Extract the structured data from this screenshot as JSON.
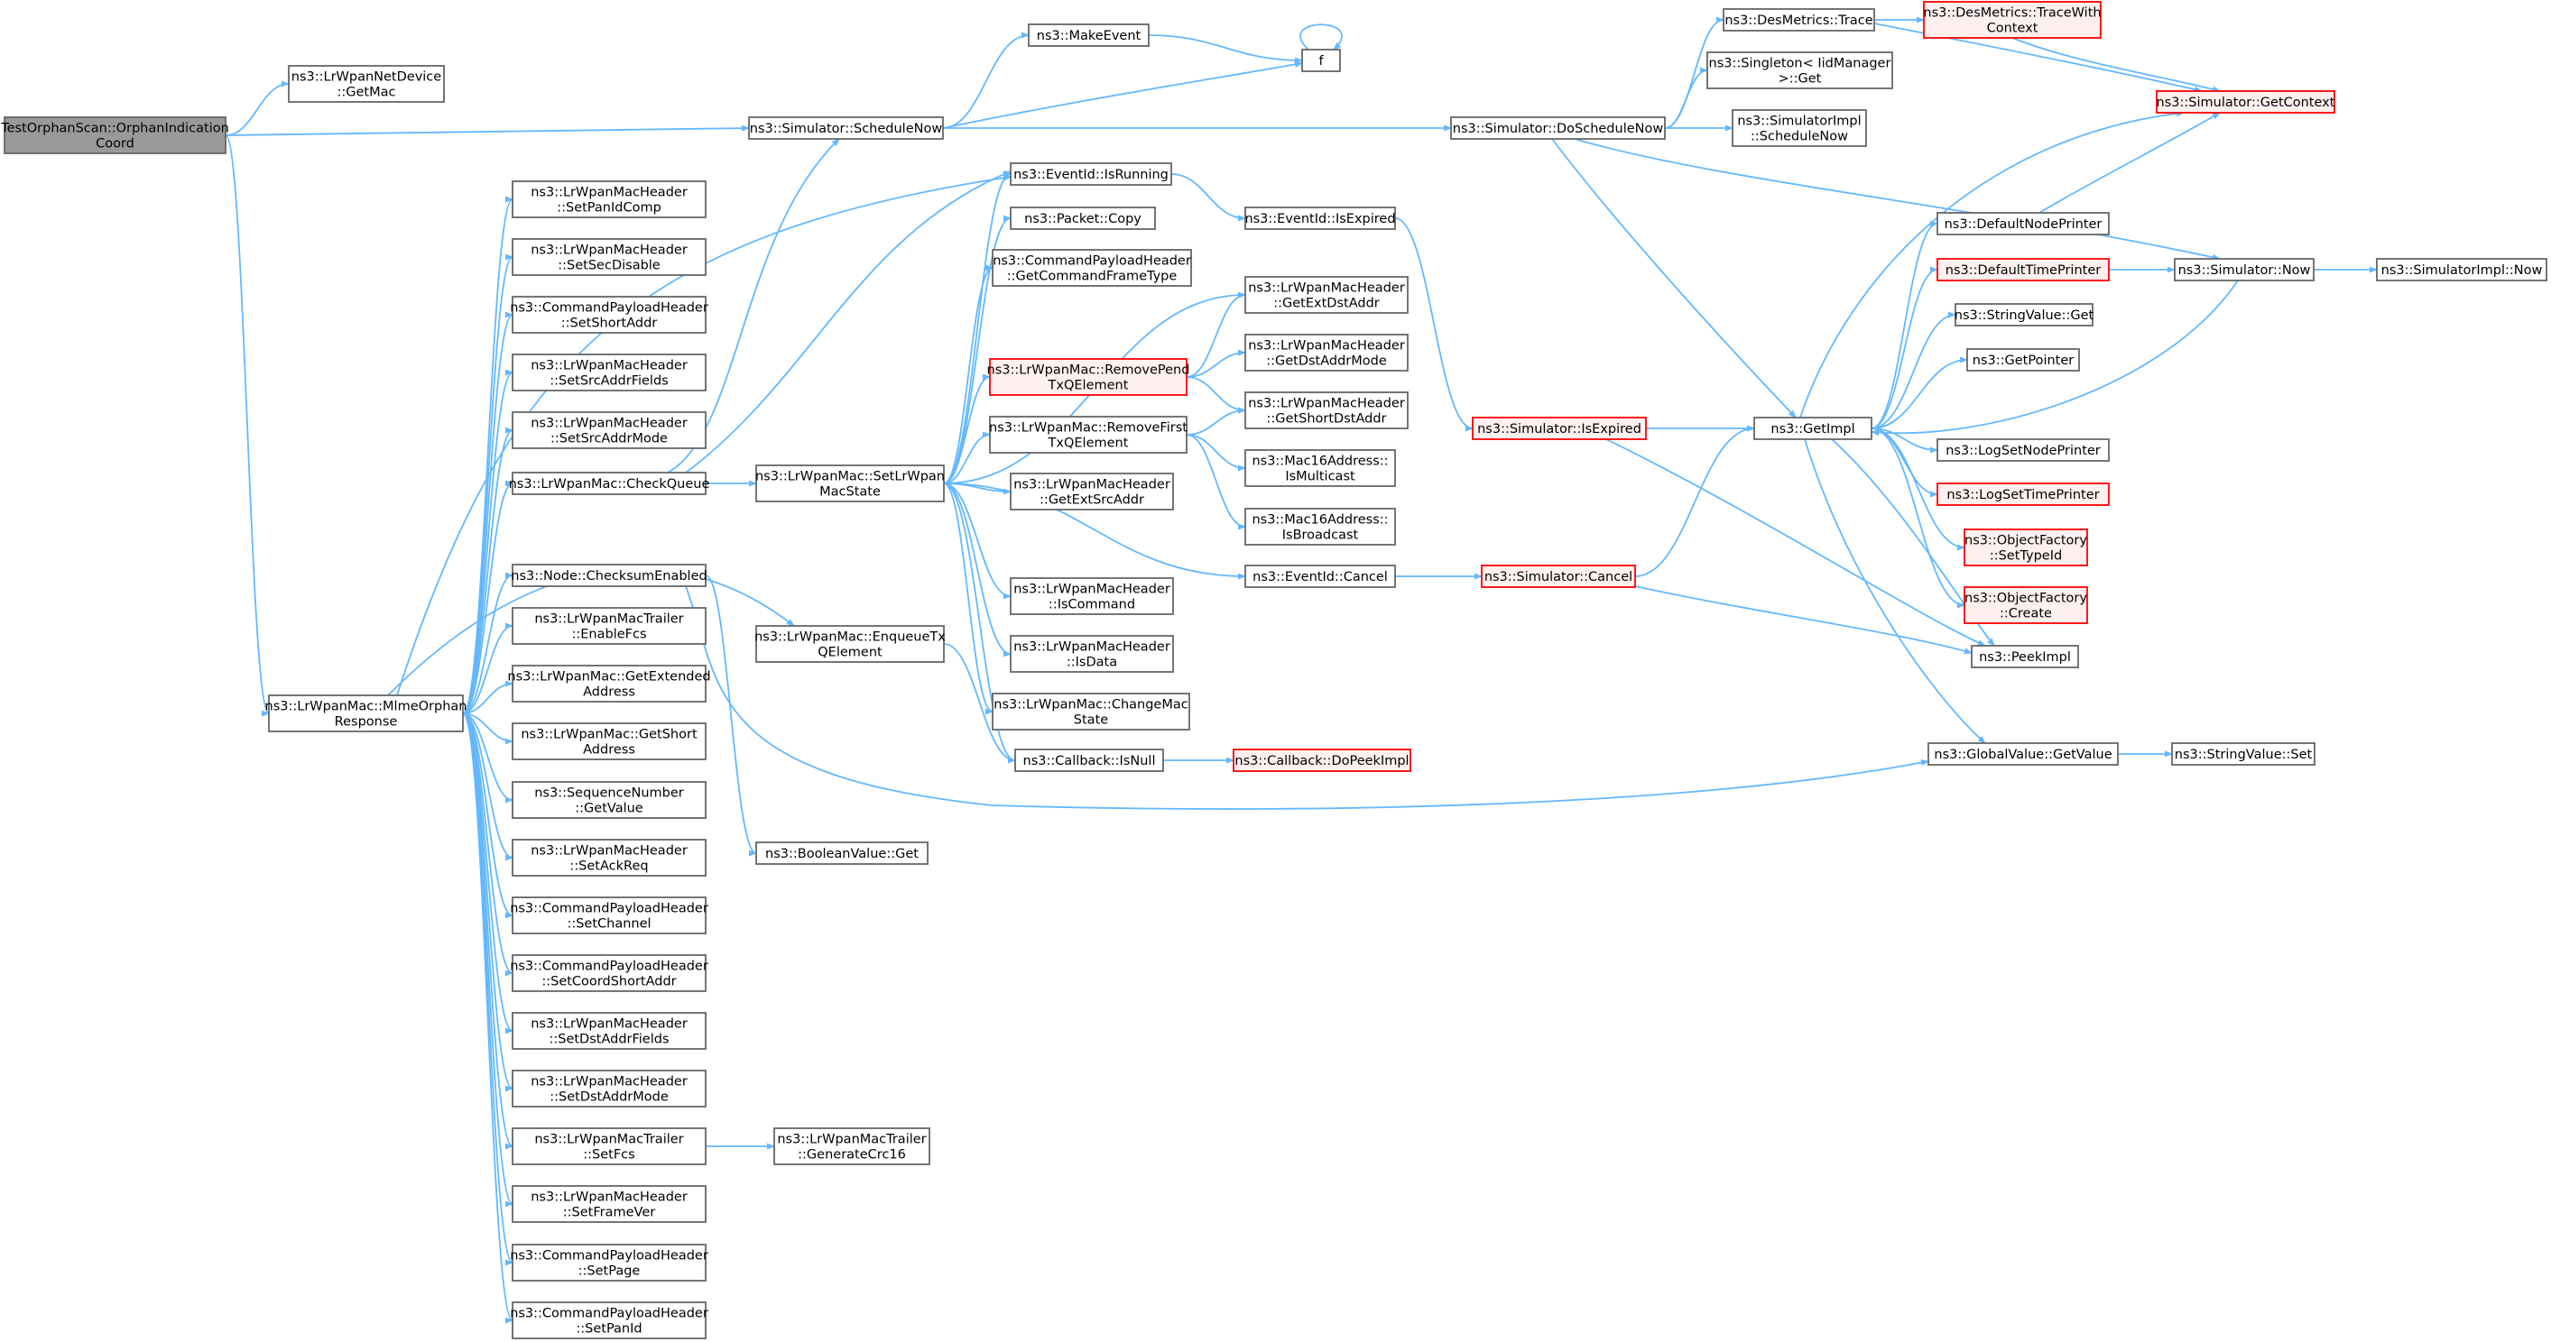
{
  "graph": {
    "edge_color": "#63b8ff",
    "node_border_color": "#666666",
    "root_fill_color": "#999999",
    "truncated_border_color": "#ff0000",
    "nodes": [
      {
        "id": "root",
        "lines": [
          "TestOrphanScan::OrphanIndication",
          "Coord"
        ],
        "style": "root"
      },
      {
        "id": "getmac",
        "lines": [
          "ns3::LrWpanNetDevice",
          "::GetMac"
        ]
      },
      {
        "id": "schednow",
        "lines": [
          "ns3::Simulator::ScheduleNow"
        ]
      },
      {
        "id": "mlme",
        "lines": [
          "ns3::LrWpanMac::MlmeOrphan",
          "Response"
        ]
      },
      {
        "id": "setpanidcomp",
        "lines": [
          "ns3::LrWpanMacHeader",
          "::SetPanIdComp"
        ]
      },
      {
        "id": "setsecdisable",
        "lines": [
          "ns3::LrWpanMacHeader",
          "::SetSecDisable"
        ]
      },
      {
        "id": "cph_setshortaddr",
        "lines": [
          "ns3::CommandPayloadHeader",
          "::SetShortAddr"
        ]
      },
      {
        "id": "setsrcaddrfields",
        "lines": [
          "ns3::LrWpanMacHeader",
          "::SetSrcAddrFields"
        ]
      },
      {
        "id": "setsrcaddrmode",
        "lines": [
          "ns3::LrWpanMacHeader",
          "::SetSrcAddrMode"
        ]
      },
      {
        "id": "checkqueue",
        "lines": [
          "ns3::LrWpanMac::CheckQueue"
        ]
      },
      {
        "id": "checksum",
        "lines": [
          "ns3::Node::ChecksumEnabled"
        ]
      },
      {
        "id": "enablefcs",
        "lines": [
          "ns3::LrWpanMacTrailer",
          "::EnableFcs"
        ]
      },
      {
        "id": "getextaddr",
        "lines": [
          "ns3::LrWpanMac::GetExtended",
          "Address"
        ]
      },
      {
        "id": "getshortaddr",
        "lines": [
          "ns3::LrWpanMac::GetShort",
          "Address"
        ]
      },
      {
        "id": "seqgetvalue",
        "lines": [
          "ns3::SequenceNumber",
          "::GetValue"
        ]
      },
      {
        "id": "setackreq",
        "lines": [
          "ns3::LrWpanMacHeader",
          "::SetAckReq"
        ]
      },
      {
        "id": "setchannel",
        "lines": [
          "ns3::CommandPayloadHeader",
          "::SetChannel"
        ]
      },
      {
        "id": "setcoordshort",
        "lines": [
          "ns3::CommandPayloadHeader",
          "::SetCoordShortAddr"
        ]
      },
      {
        "id": "setdstaddrfields",
        "lines": [
          "ns3::LrWpanMacHeader",
          "::SetDstAddrFields"
        ]
      },
      {
        "id": "setdstaddrmode",
        "lines": [
          "ns3::LrWpanMacHeader",
          "::SetDstAddrMode"
        ]
      },
      {
        "id": "setfcs",
        "lines": [
          "ns3::LrWpanMacTrailer",
          "::SetFcs"
        ]
      },
      {
        "id": "setframever",
        "lines": [
          "ns3::LrWpanMacHeader",
          "::SetFrameVer"
        ]
      },
      {
        "id": "setpage",
        "lines": [
          "ns3::CommandPayloadHeader",
          "::SetPage"
        ]
      },
      {
        "id": "setpanid",
        "lines": [
          "ns3::CommandPayloadHeader",
          "::SetPanId"
        ]
      },
      {
        "id": "setlrwpanmacstate",
        "lines": [
          "ns3::LrWpanMac::SetLrWpan",
          "MacState"
        ]
      },
      {
        "id": "enqueuetx",
        "lines": [
          "ns3::LrWpanMac::EnqueueTx",
          "QElement"
        ]
      },
      {
        "id": "boolget",
        "lines": [
          "ns3::BooleanValue::Get"
        ]
      },
      {
        "id": "generatecrc",
        "lines": [
          "ns3::LrWpanMacTrailer",
          "::GenerateCrc16"
        ]
      },
      {
        "id": "makeevent",
        "lines": [
          "ns3::MakeEvent"
        ]
      },
      {
        "id": "f",
        "lines": [
          "f"
        ]
      },
      {
        "id": "isrunning",
        "lines": [
          "ns3::EventId::IsRunning"
        ]
      },
      {
        "id": "pktcopy",
        "lines": [
          "ns3::Packet::Copy"
        ]
      },
      {
        "id": "getcmdframetype",
        "lines": [
          "ns3::CommandPayloadHeader",
          "::GetCommandFrameType"
        ]
      },
      {
        "id": "removepend",
        "lines": [
          "ns3::LrWpanMac::RemovePend",
          "TxQElement"
        ],
        "style": "trunc"
      },
      {
        "id": "removefirst",
        "lines": [
          "ns3::LrWpanMac::RemoveFirst",
          "TxQElement"
        ]
      },
      {
        "id": "getextsrcaddr",
        "lines": [
          "ns3::LrWpanMacHeader",
          "::GetExtSrcAddr"
        ]
      },
      {
        "id": "iscommand",
        "lines": [
          "ns3::LrWpanMacHeader",
          "::IsCommand"
        ]
      },
      {
        "id": "isdata",
        "lines": [
          "ns3::LrWpanMacHeader",
          "::IsData"
        ]
      },
      {
        "id": "changemacstate",
        "lines": [
          "ns3::LrWpanMac::ChangeMac",
          "State"
        ]
      },
      {
        "id": "cbisnull",
        "lines": [
          "ns3::Callback::IsNull"
        ]
      },
      {
        "id": "isexpired",
        "lines": [
          "ns3::EventId::IsExpired"
        ]
      },
      {
        "id": "getextdstaddr",
        "lines": [
          "ns3::LrWpanMacHeader",
          "::GetExtDstAddr"
        ]
      },
      {
        "id": "getdstaddrmode",
        "lines": [
          "ns3::LrWpanMacHeader",
          "::GetDstAddrMode"
        ]
      },
      {
        "id": "getshortdstaddr",
        "lines": [
          "ns3::LrWpanMacHeader",
          "::GetShortDstAddr"
        ]
      },
      {
        "id": "ismulticast",
        "lines": [
          "ns3::Mac16Address::",
          "IsMulticast"
        ]
      },
      {
        "id": "isbroadcast",
        "lines": [
          "ns3::Mac16Address::",
          "IsBroadcast"
        ]
      },
      {
        "id": "eventcancel",
        "lines": [
          "ns3::EventId::Cancel"
        ]
      },
      {
        "id": "dopeekimpl",
        "lines": [
          "ns3::Callback::DoPeekImpl"
        ],
        "style": "trunc"
      },
      {
        "id": "doschednow",
        "lines": [
          "ns3::Simulator::DoScheduleNow"
        ]
      },
      {
        "id": "desmetrace",
        "lines": [
          "ns3::DesMetrics::Trace"
        ]
      },
      {
        "id": "singleton",
        "lines": [
          "ns3::Singleton< IidManager",
          "  >::Get"
        ]
      },
      {
        "id": "simimplsched",
        "lines": [
          "ns3::SimulatorImpl",
          "::ScheduleNow"
        ]
      },
      {
        "id": "simisexpired",
        "lines": [
          "ns3::Simulator::IsExpired"
        ],
        "style": "trunc"
      },
      {
        "id": "simcancel",
        "lines": [
          "ns3::Simulator::Cancel"
        ],
        "style": "trunc"
      },
      {
        "id": "tracewithctx",
        "lines": [
          "ns3::DesMetrics::TraceWith",
          "Context"
        ],
        "style": "trunc"
      },
      {
        "id": "getimpl",
        "lines": [
          "ns3::GetImpl"
        ]
      },
      {
        "id": "getcontext",
        "lines": [
          "ns3::Simulator::GetContext"
        ],
        "style": "trunc"
      },
      {
        "id": "defnodeprinter",
        "lines": [
          "ns3::DefaultNodePrinter"
        ]
      },
      {
        "id": "deftimeprinter",
        "lines": [
          "ns3::DefaultTimePrinter"
        ],
        "style": "trunc"
      },
      {
        "id": "strvalget",
        "lines": [
          "ns3::StringValue::Get"
        ]
      },
      {
        "id": "getpointer",
        "lines": [
          "ns3::GetPointer"
        ]
      },
      {
        "id": "logsetnode",
        "lines": [
          "ns3::LogSetNodePrinter"
        ]
      },
      {
        "id": "logsettime",
        "lines": [
          "ns3::LogSetTimePrinter"
        ],
        "style": "trunc"
      },
      {
        "id": "ofsettypeid",
        "lines": [
          "ns3::ObjectFactory",
          "::SetTypeId"
        ],
        "style": "trunc"
      },
      {
        "id": "ofcreate",
        "lines": [
          "ns3::ObjectFactory",
          "::Create"
        ],
        "style": "trunc"
      },
      {
        "id": "peekimpl",
        "lines": [
          "ns3::PeekImpl"
        ]
      },
      {
        "id": "gvgetvalue",
        "lines": [
          "ns3::GlobalValue::GetValue"
        ]
      },
      {
        "id": "simnow",
        "lines": [
          "ns3::Simulator::Now"
        ]
      },
      {
        "id": "simimplnow",
        "lines": [
          "ns3::SimulatorImpl::Now"
        ]
      },
      {
        "id": "strvalset",
        "lines": [
          "ns3::StringValue::Set"
        ]
      }
    ],
    "edges": [
      [
        "root",
        "getmac"
      ],
      [
        "root",
        "schednow"
      ],
      [
        "root",
        "mlme"
      ],
      [
        "mlme",
        "setpanidcomp"
      ],
      [
        "mlme",
        "setsecdisable"
      ],
      [
        "mlme",
        "cph_setshortaddr"
      ],
      [
        "mlme",
        "setsrcaddrfields"
      ],
      [
        "mlme",
        "setsrcaddrmode"
      ],
      [
        "mlme",
        "checkqueue"
      ],
      [
        "mlme",
        "checksum"
      ],
      [
        "mlme",
        "enablefcs"
      ],
      [
        "mlme",
        "getextaddr"
      ],
      [
        "mlme",
        "getshortaddr"
      ],
      [
        "mlme",
        "seqgetvalue"
      ],
      [
        "mlme",
        "setackreq"
      ],
      [
        "mlme",
        "setchannel"
      ],
      [
        "mlme",
        "setcoordshort"
      ],
      [
        "mlme",
        "setdstaddrfields"
      ],
      [
        "mlme",
        "setdstaddrmode"
      ],
      [
        "mlme",
        "setfcs"
      ],
      [
        "mlme",
        "setframever"
      ],
      [
        "mlme",
        "setpage"
      ],
      [
        "mlme",
        "setpanid"
      ],
      [
        "mlme",
        "enqueuetx"
      ],
      [
        "mlme",
        "isrunning"
      ],
      [
        "checkqueue",
        "schednow"
      ],
      [
        "checkqueue",
        "isrunning"
      ],
      [
        "checkqueue",
        "setlrwpanmacstate"
      ],
      [
        "checksum",
        "boolget"
      ],
      [
        "checksum",
        "gvgetvalue"
      ],
      [
        "setfcs",
        "generatecrc"
      ],
      [
        "enqueuetx",
        "cbisnull"
      ],
      [
        "schednow",
        "makeevent"
      ],
      [
        "schednow",
        "f"
      ],
      [
        "schednow",
        "doschednow"
      ],
      [
        "makeevent",
        "f"
      ],
      [
        "f",
        "f"
      ],
      [
        "setlrwpanmacstate",
        "isrunning"
      ],
      [
        "setlrwpanmacstate",
        "pktcopy"
      ],
      [
        "setlrwpanmacstate",
        "getcmdframetype"
      ],
      [
        "setlrwpanmacstate",
        "removepend"
      ],
      [
        "setlrwpanmacstate",
        "removefirst"
      ],
      [
        "setlrwpanmacstate",
        "getextsrcaddr"
      ],
      [
        "setlrwpanmacstate",
        "iscommand"
      ],
      [
        "setlrwpanmacstate",
        "isdata"
      ],
      [
        "setlrwpanmacstate",
        "changemacstate"
      ],
      [
        "setlrwpanmacstate",
        "cbisnull"
      ],
      [
        "setlrwpanmacstate",
        "eventcancel"
      ],
      [
        "setlrwpanmacstate",
        "getextdstaddr"
      ],
      [
        "removepend",
        "getextdstaddr"
      ],
      [
        "removepend",
        "getdstaddrmode"
      ],
      [
        "removepend",
        "getshortdstaddr"
      ],
      [
        "removefirst",
        "getshortdstaddr"
      ],
      [
        "removefirst",
        "ismulticast"
      ],
      [
        "removefirst",
        "isbroadcast"
      ],
      [
        "isrunning",
        "isexpired"
      ],
      [
        "isexpired",
        "simisexpired"
      ],
      [
        "cbisnull",
        "dopeekimpl"
      ],
      [
        "eventcancel",
        "simcancel"
      ],
      [
        "doschednow",
        "desmetrace"
      ],
      [
        "doschednow",
        "singleton"
      ],
      [
        "doschednow",
        "simimplsched"
      ],
      [
        "doschednow",
        "getimpl"
      ],
      [
        "doschednow",
        "simnow"
      ],
      [
        "desmetrace",
        "tracewithctx"
      ],
      [
        "desmetrace",
        "getcontext"
      ],
      [
        "tracewithctx",
        "getcontext"
      ],
      [
        "simisexpired",
        "getimpl"
      ],
      [
        "simisexpired",
        "peekimpl"
      ],
      [
        "simcancel",
        "getimpl"
      ],
      [
        "simcancel",
        "peekimpl"
      ],
      [
        "getimpl",
        "getcontext"
      ],
      [
        "getimpl",
        "defnodeprinter"
      ],
      [
        "getimpl",
        "deftimeprinter"
      ],
      [
        "getimpl",
        "strvalget"
      ],
      [
        "getimpl",
        "getpointer"
      ],
      [
        "getimpl",
        "logsetnode"
      ],
      [
        "getimpl",
        "logsettime"
      ],
      [
        "getimpl",
        "ofsettypeid"
      ],
      [
        "getimpl",
        "ofcreate"
      ],
      [
        "getimpl",
        "peekimpl"
      ],
      [
        "getimpl",
        "gvgetvalue"
      ],
      [
        "defnodeprinter",
        "getcontext"
      ],
      [
        "deftimeprinter",
        "simnow"
      ],
      [
        "simnow",
        "getimpl"
      ],
      [
        "simnow",
        "simimplnow"
      ],
      [
        "gvgetvalue",
        "strvalset"
      ]
    ]
  }
}
